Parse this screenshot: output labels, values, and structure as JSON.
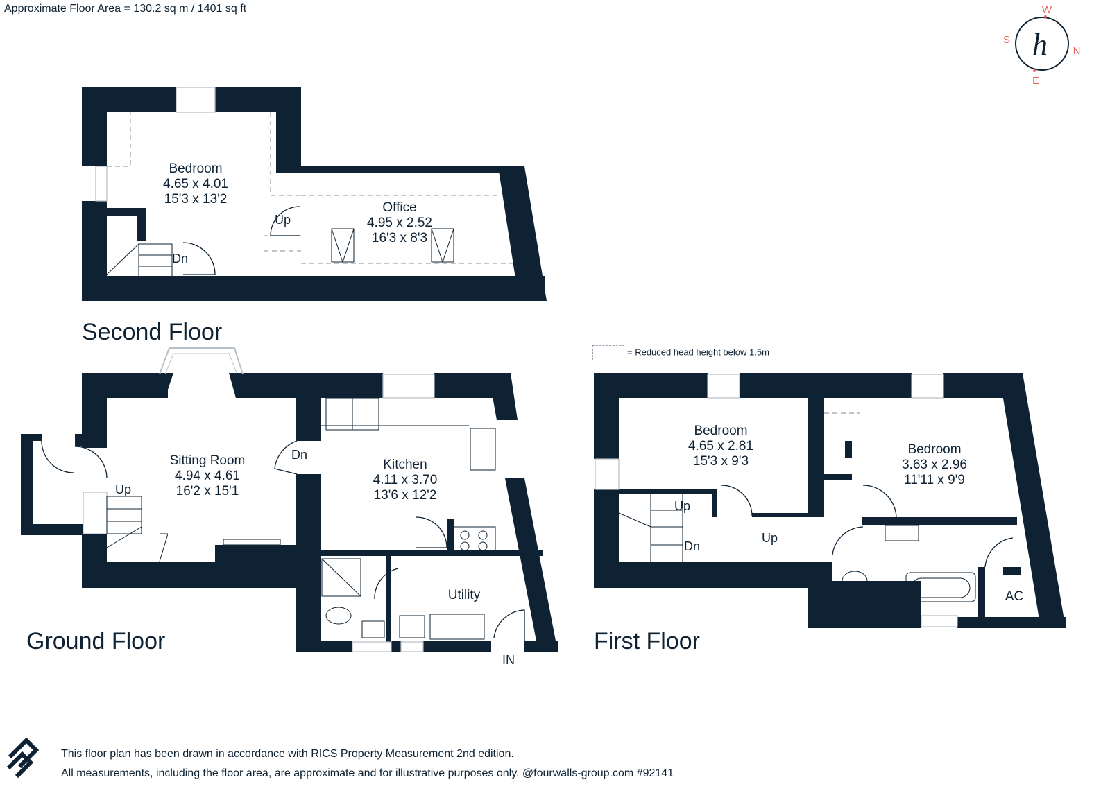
{
  "header": {
    "area_text": "Approximate Floor Area = 130.2 sq m / 1401 sq ft"
  },
  "colors": {
    "wall": "#0e2233",
    "accent": "#e6685c",
    "dashed": "#9aa3ab"
  },
  "compass": {
    "w": "W",
    "s": "S",
    "n": "N",
    "e": "E",
    "logo_letter": "h"
  },
  "legend": {
    "text": "= Reduced head height below 1.5m"
  },
  "floors": {
    "second": {
      "title": "Second Floor",
      "rooms": [
        {
          "name": "Bedroom",
          "metric": "4.65 x 4.01",
          "imperial": "15'3 x 13'2"
        },
        {
          "name": "Office",
          "metric": "4.95 x 2.52",
          "imperial": "16'3 x 8'3"
        }
      ],
      "labels": {
        "up": "Up",
        "dn": "Dn"
      }
    },
    "ground": {
      "title": "Ground Floor",
      "rooms": [
        {
          "name": "Sitting Room",
          "metric": "4.94 x 4.61",
          "imperial": "16'2 x 15'1"
        },
        {
          "name": "Kitchen",
          "metric": "4.11 x 3.70",
          "imperial": "13'6 x 12'2"
        },
        {
          "name": "Utility"
        }
      ],
      "labels": {
        "up": "Up",
        "dn": "Dn",
        "in": "IN"
      }
    },
    "first": {
      "title": "First Floor",
      "rooms": [
        {
          "name": "Bedroom",
          "metric": "4.65 x 2.81",
          "imperial": "15'3 x 9'3"
        },
        {
          "name": "Bedroom",
          "metric": "3.63 x 2.96",
          "imperial": "11'11 x 9'9"
        },
        {
          "name": "AC"
        }
      ],
      "labels": {
        "up_stairs": "Up",
        "dn": "Dn",
        "up_landing": "Up"
      }
    }
  },
  "footer": {
    "line1": "This floor plan has been drawn in accordance with RICS Property Measurement 2nd edition.",
    "line2": "All measurements, including the floor area, are approximate and for illustrative purposes only. @fourwalls-group.com #92141"
  }
}
